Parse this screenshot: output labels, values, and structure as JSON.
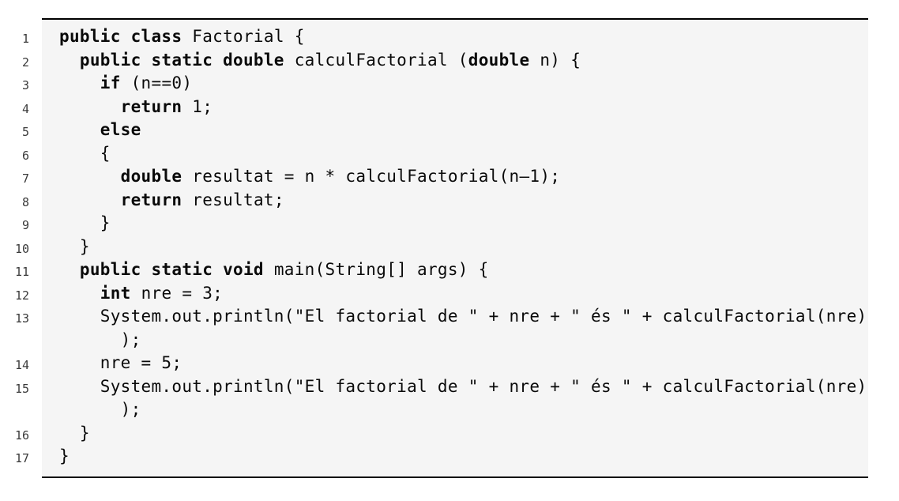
{
  "colors": {
    "page_background": "#ffffff",
    "box_background": "#f5f5f5",
    "border": "#000000",
    "code_text": "#0a0a0a",
    "line_number_text": "#3a3a3a"
  },
  "listing": {
    "first_line_number": 1,
    "last_line_number": 17,
    "rows": [
      {
        "num": "1",
        "segments": [
          {
            "bold": true,
            "text": "public class"
          },
          {
            "bold": false,
            "text": " Factorial {"
          }
        ]
      },
      {
        "num": "2",
        "segments": [
          {
            "bold": false,
            "text": "  "
          },
          {
            "bold": true,
            "text": "public static double"
          },
          {
            "bold": false,
            "text": " calculFactorial ("
          },
          {
            "bold": true,
            "text": "double"
          },
          {
            "bold": false,
            "text": " n) {"
          }
        ]
      },
      {
        "num": "3",
        "segments": [
          {
            "bold": false,
            "text": "    "
          },
          {
            "bold": true,
            "text": "if"
          },
          {
            "bold": false,
            "text": " (n==0)"
          }
        ]
      },
      {
        "num": "4",
        "segments": [
          {
            "bold": false,
            "text": "      "
          },
          {
            "bold": true,
            "text": "return"
          },
          {
            "bold": false,
            "text": " 1;"
          }
        ]
      },
      {
        "num": "5",
        "segments": [
          {
            "bold": false,
            "text": "    "
          },
          {
            "bold": true,
            "text": "else"
          }
        ]
      },
      {
        "num": "6",
        "segments": [
          {
            "bold": false,
            "text": "    {"
          }
        ]
      },
      {
        "num": "7",
        "segments": [
          {
            "bold": false,
            "text": "      "
          },
          {
            "bold": true,
            "text": "double"
          },
          {
            "bold": false,
            "text": " resultat = n * calculFactorial(n–1);"
          }
        ]
      },
      {
        "num": "8",
        "segments": [
          {
            "bold": false,
            "text": "      "
          },
          {
            "bold": true,
            "text": "return"
          },
          {
            "bold": false,
            "text": " resultat;"
          }
        ]
      },
      {
        "num": "9",
        "segments": [
          {
            "bold": false,
            "text": "    }"
          }
        ]
      },
      {
        "num": "10",
        "segments": [
          {
            "bold": false,
            "text": "  }"
          }
        ]
      },
      {
        "num": "11",
        "segments": [
          {
            "bold": false,
            "text": "  "
          },
          {
            "bold": true,
            "text": "public static void"
          },
          {
            "bold": false,
            "text": " main(String[] args) {"
          }
        ]
      },
      {
        "num": "12",
        "segments": [
          {
            "bold": false,
            "text": "    "
          },
          {
            "bold": true,
            "text": "int"
          },
          {
            "bold": false,
            "text": " nre = 3;"
          }
        ]
      },
      {
        "num": "13",
        "segments": [
          {
            "bold": false,
            "text": "    System.out.println(\"El factorial de \" + nre + \" és \" + calculFactorial(nre)"
          }
        ]
      },
      {
        "num": "",
        "segments": [
          {
            "bold": false,
            "text": "      );"
          }
        ]
      },
      {
        "num": "14",
        "segments": [
          {
            "bold": false,
            "text": "    nre = 5;"
          }
        ]
      },
      {
        "num": "15",
        "segments": [
          {
            "bold": false,
            "text": "    System.out.println(\"El factorial de \" + nre + \" és \" + calculFactorial(nre)"
          }
        ]
      },
      {
        "num": "",
        "segments": [
          {
            "bold": false,
            "text": "      );"
          }
        ]
      },
      {
        "num": "16",
        "segments": [
          {
            "bold": false,
            "text": "  }"
          }
        ]
      },
      {
        "num": "17",
        "segments": [
          {
            "bold": false,
            "text": "}"
          }
        ]
      }
    ]
  }
}
